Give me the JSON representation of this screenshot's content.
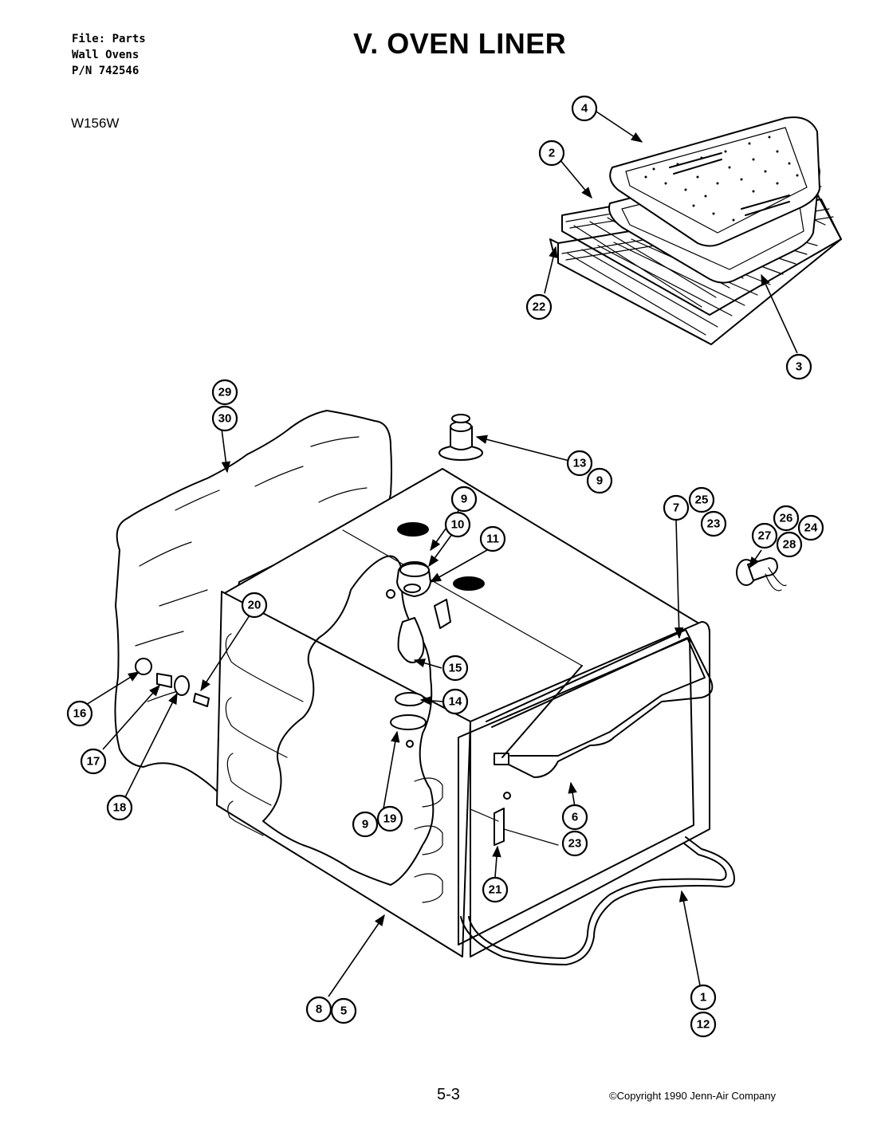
{
  "header": {
    "file_line_1": "File: Parts",
    "file_line_2": "Wall Ovens",
    "file_line_3": "P/N 742546",
    "title": "V. OVEN LINER",
    "model": "W156W"
  },
  "footer": {
    "page_number": "5-3",
    "copyright": "©Copyright 1990 Jenn-Air Company"
  },
  "callouts": {
    "c1": "1",
    "c2": "2",
    "c3": "3",
    "c4": "4",
    "c5": "5",
    "c6": "6",
    "c7": "7",
    "c8": "8",
    "c9_top": "9",
    "c9_flange": "9",
    "c9_bottom": "9",
    "c10": "10",
    "c11": "11",
    "c12": "12",
    "c13": "13",
    "c14": "14",
    "c15": "15",
    "c16": "16",
    "c17": "17",
    "c18": "18",
    "c19": "19",
    "c20": "20",
    "c21": "21",
    "c22": "22",
    "c23_top": "23",
    "c23_bottom": "23",
    "c24": "24",
    "c25": "25",
    "c26": "26",
    "c27": "27",
    "c28": "28",
    "c29": "29",
    "c30": "30"
  },
  "colors": {
    "ink": "#000000",
    "paper": "#ffffff"
  }
}
